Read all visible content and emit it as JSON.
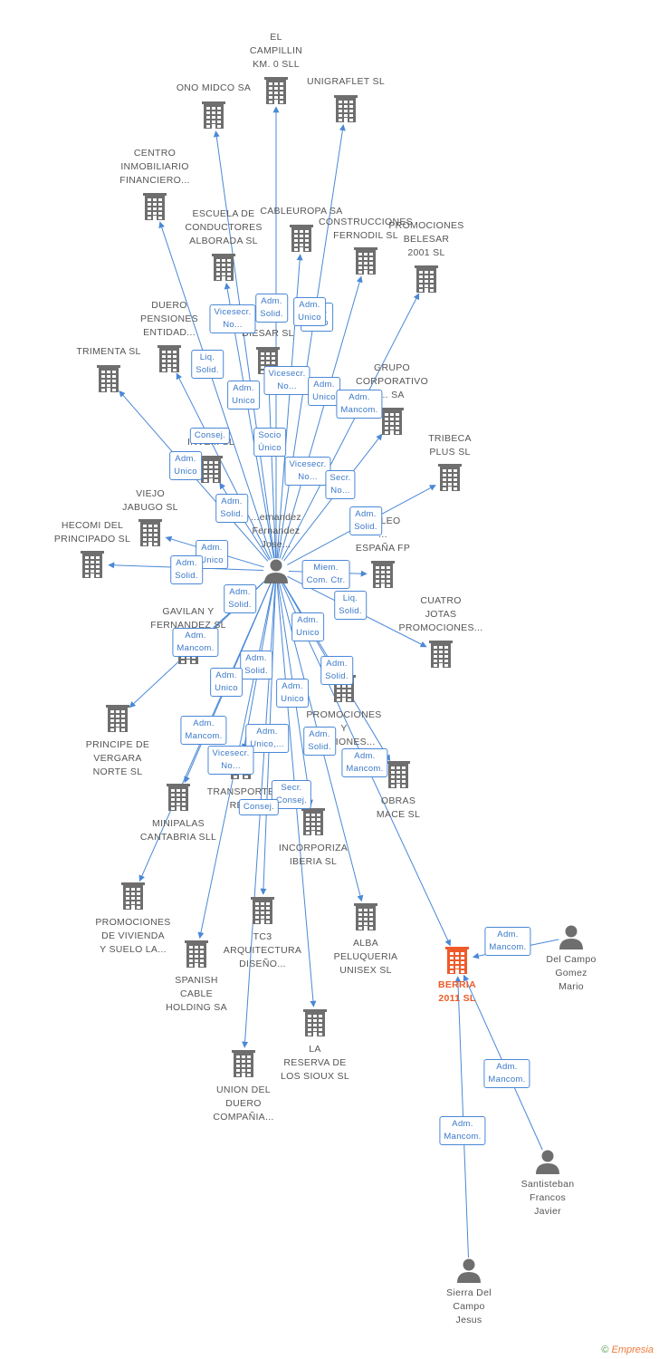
{
  "colors": {
    "edge": "#4a88d6",
    "company": "#6e6e6e",
    "focus": "#ee5a2a",
    "person": "#6e6e6e"
  },
  "icons": {
    "company": "building-icon",
    "person": "person-icon"
  },
  "footer": {
    "symbol": "©",
    "brand": "Empresia"
  },
  "nodes": [
    {
      "id": "n0",
      "type": "company",
      "label": "EL\nCAMPILLIN\nKM. 0 SLL"
    },
    {
      "id": "n1",
      "type": "company",
      "label": "ONO MIDCO SA"
    },
    {
      "id": "n2",
      "type": "company",
      "label": "UNIGRAFLET SL"
    },
    {
      "id": "n3",
      "type": "company",
      "label": "CENTRO\nINMOBILIARIO\nFINANCIERO..."
    },
    {
      "id": "n4",
      "type": "company",
      "label": "ESCUELA DE\nCONDUCTORES\nALBORADA SL"
    },
    {
      "id": "n5",
      "type": "company",
      "label": "CABLEUROPA SA"
    },
    {
      "id": "n6",
      "type": "company",
      "label": "CONSTRUCCIONES\nFERNODIL SL"
    },
    {
      "id": "n7",
      "type": "company",
      "label": "PROMOCIONES\nBELESAR\n2001 SL"
    },
    {
      "id": "n8",
      "type": "company",
      "label": "DUERO\nPENSIONES\nENTIDAD..."
    },
    {
      "id": "n9",
      "type": "company",
      "label": "DIESAR SL"
    },
    {
      "id": "n10",
      "type": "company",
      "label": "TRIMENTA SL"
    },
    {
      "id": "n11",
      "type": "company",
      "label": "GRUPO\nCORPORATIVO\n... SA"
    },
    {
      "id": "n12",
      "type": "company",
      "label": "INVE... SL"
    },
    {
      "id": "n13",
      "type": "company",
      "label": "TRIBECA\nPLUS SL"
    },
    {
      "id": "n14",
      "type": "company",
      "label": "VIEJO\nJABUGO SL"
    },
    {
      "id": "n15",
      "type": "company",
      "label": "HECOMI DEL\nPRINCIPADO SL"
    },
    {
      "id": "n16",
      "type": "company",
      "label": "...PLEO\n...\nESPAÑA FP"
    },
    {
      "id": "n17",
      "type": "company",
      "label": "CUATRO\nJOTAS\nPROMOCIONES..."
    },
    {
      "id": "n18",
      "type": "company",
      "label": "GAVILAN Y\nFERNANDEZ SL"
    },
    {
      "id": "n19",
      "type": "company",
      "label": "PRINCIPE DE\nVERGARA\nNORTE SL"
    },
    {
      "id": "n20",
      "type": "company",
      "label": "PROMOCIONES\nY\n...CCIONES..."
    },
    {
      "id": "n21",
      "type": "company",
      "label": "OBRAS\nMACE SL"
    },
    {
      "id": "n22",
      "type": "company",
      "label": "MINIPALAS\nCANTABRIA SLL"
    },
    {
      "id": "n23",
      "type": "company",
      "label": "TRANSPORTE\nRE..."
    },
    {
      "id": "n24",
      "type": "company",
      "label": "INCORPORIZA\nIBERIA SL"
    },
    {
      "id": "n25",
      "type": "company",
      "label": "PROMOCIONES\nDE VIVIENDA\nY SUELO LA..."
    },
    {
      "id": "n26",
      "type": "company",
      "label": "TC3\nARQUITECTURA\nDISEÑO..."
    },
    {
      "id": "n27",
      "type": "company",
      "label": "ALBA\nPELUQUERIA\nUNISEX SL"
    },
    {
      "id": "n28",
      "type": "company",
      "label": "SPANISH\nCABLE\nHOLDING SA"
    },
    {
      "id": "n29",
      "type": "company",
      "label": "LA\nRESERVA DE\nLOS SIOUX SL"
    },
    {
      "id": "n30",
      "type": "company",
      "label": "UNION DEL\nDUERO\nCOMPAÑIA..."
    },
    {
      "id": "focus",
      "type": "focus",
      "label": "BERRIA\n2011 SL"
    },
    {
      "id": "p0",
      "type": "person",
      "label": "...ernandez\nFernandez\nJose..."
    },
    {
      "id": "p1",
      "type": "person",
      "label": "Del Campo\nGomez\nMario"
    },
    {
      "id": "p2",
      "type": "person",
      "label": "Santisteban\nFrancos\nJavier"
    },
    {
      "id": "p3",
      "type": "person",
      "label": "Sierra Del\nCampo\nJesus"
    }
  ],
  "edges": [
    {
      "from": "p0",
      "to": "n0"
    },
    {
      "from": "p0",
      "to": "n1"
    },
    {
      "from": "p0",
      "to": "n2"
    },
    {
      "from": "p0",
      "to": "n3"
    },
    {
      "from": "p0",
      "to": "n4"
    },
    {
      "from": "p0",
      "to": "n5"
    },
    {
      "from": "p0",
      "to": "n6"
    },
    {
      "from": "p0",
      "to": "n7"
    },
    {
      "from": "p0",
      "to": "n8"
    },
    {
      "from": "p0",
      "to": "n9"
    },
    {
      "from": "p0",
      "to": "n10"
    },
    {
      "from": "p0",
      "to": "n11"
    },
    {
      "from": "p0",
      "to": "n12"
    },
    {
      "from": "p0",
      "to": "n13"
    },
    {
      "from": "p0",
      "to": "n14"
    },
    {
      "from": "p0",
      "to": "n15"
    },
    {
      "from": "p0",
      "to": "n16"
    },
    {
      "from": "p0",
      "to": "n17"
    },
    {
      "from": "p0",
      "to": "n18"
    },
    {
      "from": "p0",
      "to": "n19"
    },
    {
      "from": "p0",
      "to": "n20"
    },
    {
      "from": "p0",
      "to": "n21"
    },
    {
      "from": "p0",
      "to": "n22"
    },
    {
      "from": "p0",
      "to": "n23"
    },
    {
      "from": "p0",
      "to": "n24"
    },
    {
      "from": "p0",
      "to": "n25"
    },
    {
      "from": "p0",
      "to": "n26"
    },
    {
      "from": "p0",
      "to": "n27"
    },
    {
      "from": "p0",
      "to": "n28"
    },
    {
      "from": "p0",
      "to": "n29"
    },
    {
      "from": "p0",
      "to": "n30"
    },
    {
      "from": "p0",
      "to": "focus"
    },
    {
      "from": "p1",
      "to": "focus"
    },
    {
      "from": "p2",
      "to": "focus"
    },
    {
      "from": "p3",
      "to": "focus"
    }
  ],
  "relations": [
    "Adm.\nSolid.",
    "Vicesecr.\nNo...",
    "Adm.\nUnico",
    "Adm.\nUnico",
    "Liq.\nSolid.",
    "Adm.\nUnico",
    "Vicesecr.\nNo...",
    "Adm.\nUnico",
    "Adm.\nMancom.",
    "Consej.",
    "Socio\nÚnico",
    "Adm.\nUnico",
    "Vicesecr.\nNo...",
    "Secr.\nNo...",
    "Adm.\nSolid.",
    "Adm.\nSolid.",
    "Adm.\nUnico",
    "Adm.\nSolid.",
    "Miem.\nCom. Ctr.",
    "Liq.\nSolid.",
    "Adm.\nSolid.",
    "Adm.\nMancom.",
    "Adm.\nUnico",
    "Adm.\nSolid.",
    "Adm.\nUnico",
    "Adm.\nSolid.",
    "Adm.\nUnico",
    "Adm.\nMancom.",
    "Adm.\nUnico,...",
    "Adm.\nSolid.",
    "Vicesecr.\nNo...",
    "Adm.\nMancom.",
    "Secr.\nConsej.",
    "Consej.",
    "Adm.\nMancom.",
    "Adm.\nMancom.",
    "Adm.\nMancom."
  ]
}
